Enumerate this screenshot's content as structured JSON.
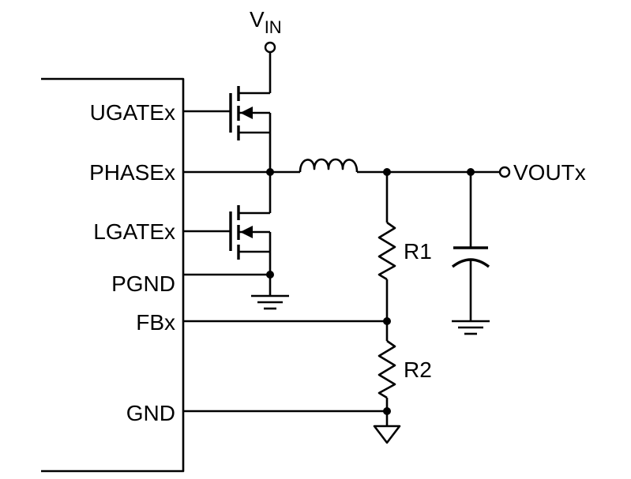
{
  "supply": {
    "main": "V",
    "subscript": "IN"
  },
  "pins": {
    "ugate": "UGATEx",
    "phase": "PHASEx",
    "lgate": "LGATEx",
    "pgnd": "PGND",
    "fb": "FBx",
    "gnd": "GND"
  },
  "output": {
    "label": "VOUTx"
  },
  "resistors": {
    "r1": "R1",
    "r2": "R2"
  }
}
